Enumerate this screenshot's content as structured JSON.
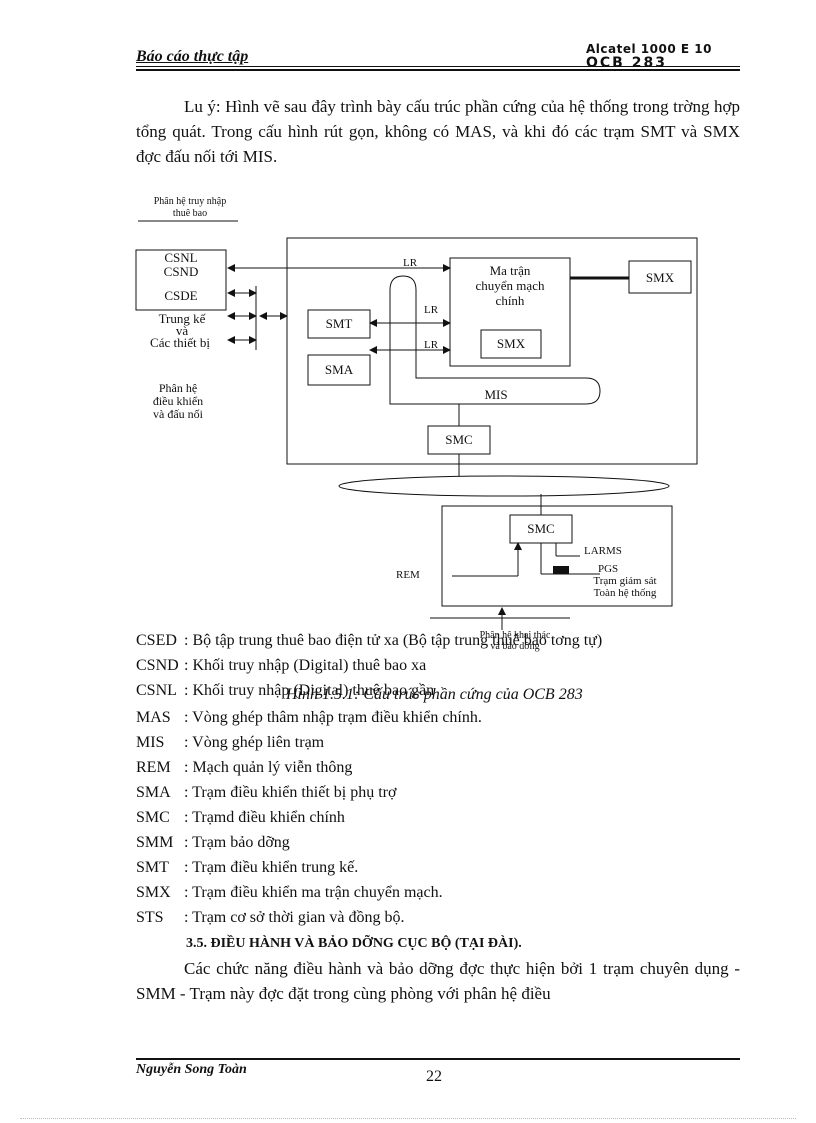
{
  "header": {
    "title": "Báo cáo thực tập",
    "logo_line1": "Alcatel 1000 E 10",
    "logo_line2": "OCB 283"
  },
  "intro": "Lu ý: Hình vẽ sau đây trình bày cấu trúc phần cứng của hệ thống trong trờng hợp tổng quát. Trong cấu hình rút gọn, không có MAS, và khi đó các trạm SMT và SMX đợc đấu nối tới MIS.",
  "diagram": {
    "access_title_1": "Phân hệ truy nhập",
    "access_title_2": "thuê bao",
    "csnl": "CSNL",
    "csnd": "CSND",
    "csde": "CSDE",
    "trunk_1": "Trung kế",
    "trunk_2": "và",
    "trunk_3": "Các thiết bị",
    "control_1": "Phân hệ",
    "control_2": "điều khiển",
    "control_3": "và đấu nối",
    "lr": "LR",
    "matrix_1": "Ma trận",
    "matrix_2": "chuyển mạch",
    "matrix_3": "chính",
    "smx": "SMX",
    "smt": "SMT",
    "sma": "SMA",
    "mis": "MIS",
    "smc": "SMC",
    "larms": "LARMS",
    "pgs": "PGS",
    "supervise_1": "Trạm giám sát",
    "supervise_2": "Toàn hệ thống",
    "rem": "REM",
    "ops_1": "Phân hệ khai thác",
    "ops_2": "và bảo dỡng",
    "caption": "Hình 1.5.1: Cấu trúc phần cứng của OCB 283"
  },
  "definitions": [
    {
      "term": "CSED",
      "text": ": Bộ tập trung thuê bao điện tử xa (Bộ tập trung thuê bao tơng tự)"
    },
    {
      "term": "CSND",
      "text": ": Khối truy nhập (Digital) thuê bao xa"
    },
    {
      "term": "CSNL",
      "text": ": Khối truy nhập (Digital) thuê bao gần"
    },
    {
      "term": "MAS",
      "text": ": Vòng ghép thâm nhập trạm điều khiển chính."
    },
    {
      "term": "MIS",
      "text": ": Vòng ghép liên trạm"
    },
    {
      "term": "REM",
      "text": ": Mạch quản lý viễn thông"
    },
    {
      "term": "SMA",
      "text": ": Trạm điều khiển thiết bị phụ trợ"
    },
    {
      "term": "SMC",
      "text": ": Trạmd điều khiển chính"
    },
    {
      "term": "SMM",
      "text": ": Trạm bảo dỡng"
    },
    {
      "term": "SMT",
      "text": ": Trạm điều khiển trung kế."
    },
    {
      "term": "SMX",
      "text": ": Trạm điều khiển ma trận chuyển mạch."
    },
    {
      "term": "STS",
      "text": ": Trạm cơ sở thời gian và đồng bộ."
    }
  ],
  "section_heading": "3.5. ĐIỀU HÀNH VÀ BẢO DỠNG CỤC BỘ (TẠI ĐÀI).",
  "section_text": "Các chức năng điều hành và bảo dỡng đợc thực hiện bởi 1 trạm chuyên dụng - SMM - Trạm này đợc đặt trong cùng phòng với phân hệ điều",
  "footer": {
    "author": "Nguyễn Song Toàn",
    "page": "22"
  }
}
